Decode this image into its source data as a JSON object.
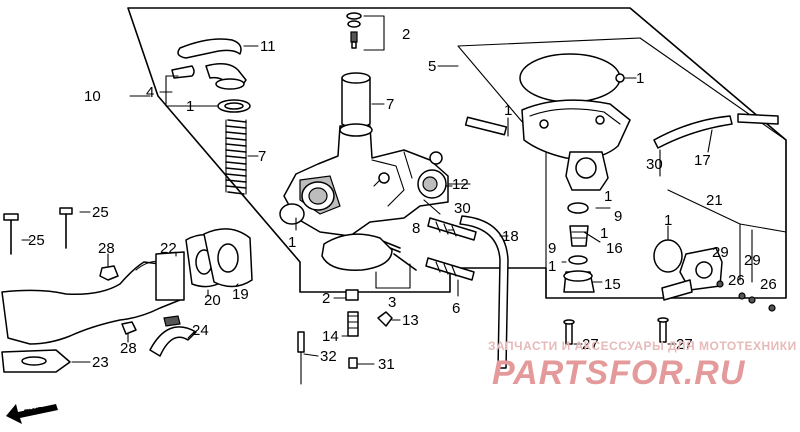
{
  "labels": {
    "l1a": "1",
    "l1b": "1",
    "l1c": "1",
    "l1d": "1",
    "l1e": "1",
    "l1f": "1",
    "l1g": "1",
    "l1h": "1",
    "l2a": "2",
    "l2b": "2",
    "l3": "3",
    "l4": "4",
    "l5": "5",
    "l6": "6",
    "l7a": "7",
    "l7b": "7",
    "l8": "8",
    "l9a": "9",
    "l9b": "9",
    "l10": "10",
    "l11": "11",
    "l12": "12",
    "l13": "13",
    "l14": "14",
    "l15": "15",
    "l16": "16",
    "l17": "17",
    "l18": "18",
    "l19": "19",
    "l20": "20",
    "l21": "21",
    "l22": "22",
    "l23": "23",
    "l24": "24",
    "l25a": "25",
    "l25b": "25",
    "l26a": "26",
    "l26b": "26",
    "l27a": "27",
    "l27b": "27",
    "l28a": "28",
    "l28b": "28",
    "l29a": "29",
    "l29b": "29",
    "l30a": "30",
    "l30b": "30",
    "l31": "31",
    "l32": "32"
  },
  "fwd_label": "FWD",
  "watermark": {
    "top": "ЗАПЧАСТИ И АКСЕССУАРЫ ДЛЯ МОТОТЕХНИКИ",
    "brand": "PARTSFOR.RU",
    "color_top": "#e7b9b9",
    "color_brand": "#e49a9a"
  }
}
